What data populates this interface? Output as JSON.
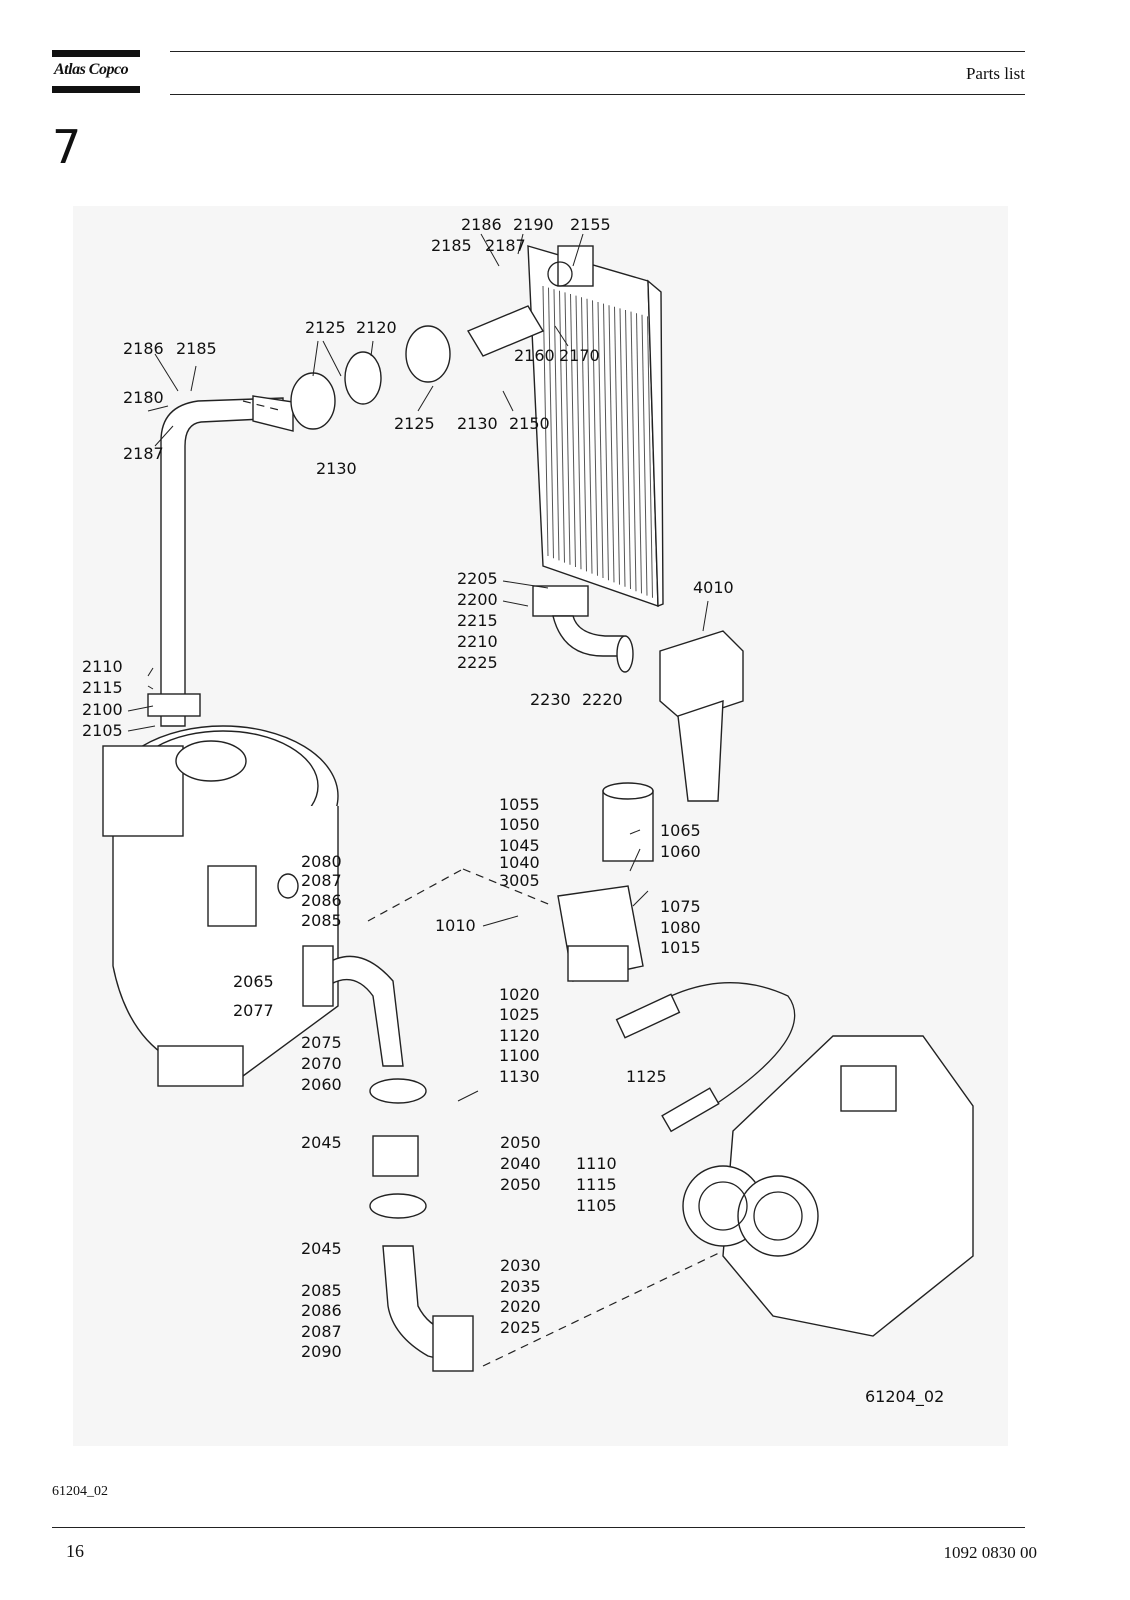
{
  "header": {
    "brand": "Atlas Copco",
    "title": "Parts list"
  },
  "chapter": "7",
  "figure": {
    "id_label": "61204_02",
    "callouts": [
      "2186",
      "2190",
      "2155",
      "2185",
      "2187",
      "2125",
      "2120",
      "2186",
      "2185",
      "2160",
      "2170",
      "2180",
      "2125",
      "2130",
      "2150",
      "2187",
      "2130",
      "2205",
      "2200",
      "4010",
      "2215",
      "2210",
      "2225",
      "2230",
      "2220",
      "2110",
      "2115",
      "2100",
      "2105",
      "1055",
      "1050",
      "1065",
      "1045",
      "1060",
      "1040",
      "3005",
      "2080",
      "2087",
      "2086",
      "2085",
      "1075",
      "1010",
      "1080",
      "1015",
      "2065",
      "2077",
      "1020",
      "1025",
      "2075",
      "1120",
      "2070",
      "1100",
      "2060",
      "1130",
      "1125",
      "2045",
      "2050",
      "2040",
      "1110",
      "2050",
      "1115",
      "1105",
      "2045",
      "2030",
      "2035",
      "2085",
      "2020",
      "2086",
      "2025",
      "2087",
      "2090"
    ]
  },
  "caption": "61204_02",
  "footer": {
    "page_number": "16",
    "document_number": "1092 0830 00"
  }
}
